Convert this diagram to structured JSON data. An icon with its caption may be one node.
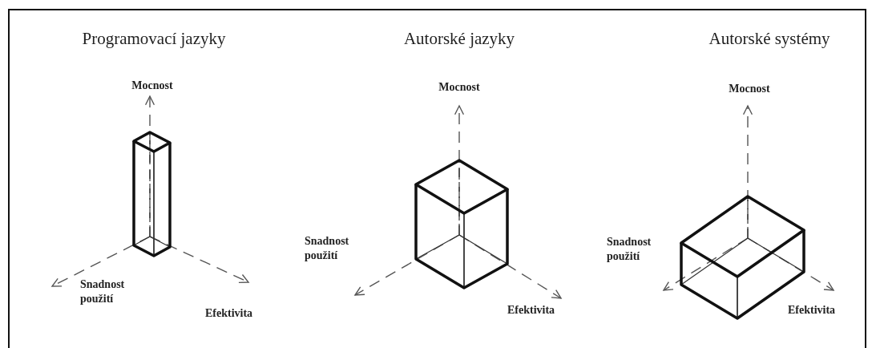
{
  "diagram": {
    "labels": [
      "Programovací jazyky",
      "Mocnost",
      "Snadnost použití",
      "Efektivita",
      "Autorské jazyky",
      "Mocnost",
      "Snadnost použití",
      "Efektivita",
      "Autorské systémy",
      "Mocnost",
      "Snadnost použití",
      "Efektivita"
    ]
  }
}
